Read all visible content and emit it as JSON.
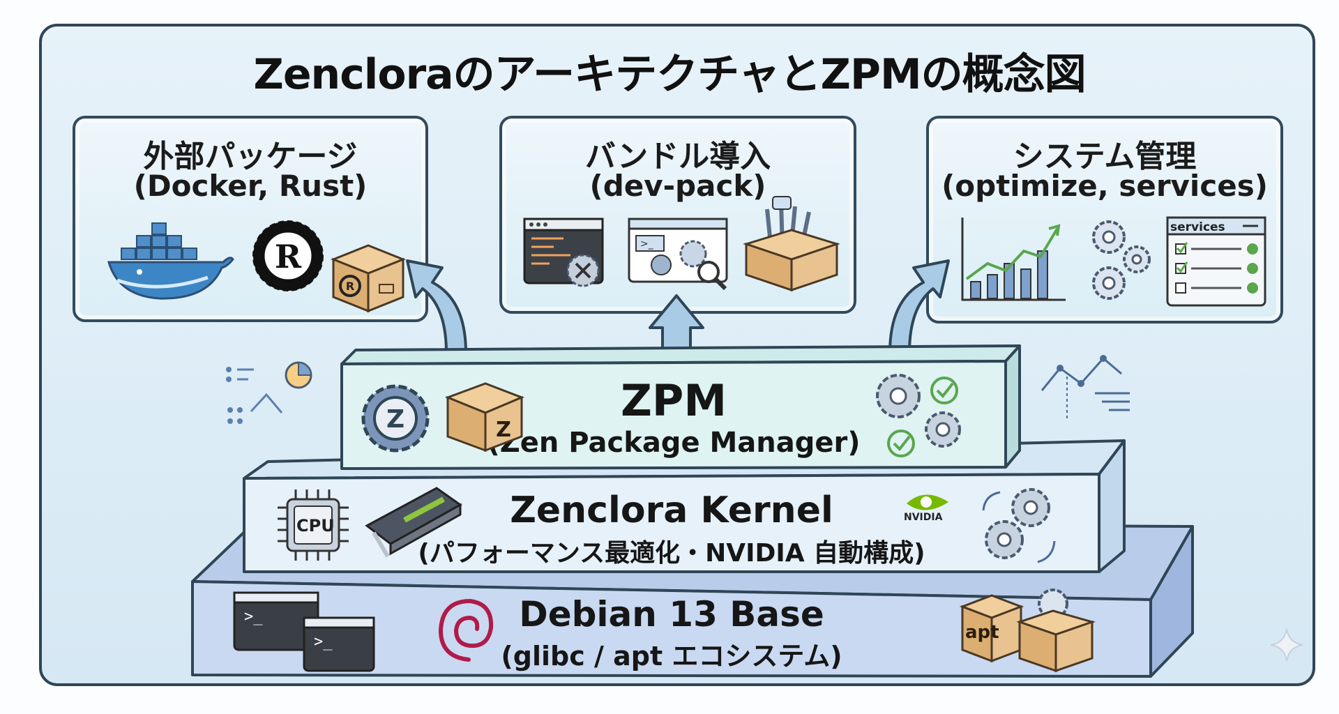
{
  "title": "ZencloraのアーキテクチャとZPMの概念図",
  "cards": {
    "external": {
      "title": "外部パッケージ",
      "subtitle": "(Docker, Rust)",
      "icons": [
        "docker-whale-icon",
        "rust-logo-icon",
        "package-box-icon"
      ]
    },
    "bundle": {
      "title": "バンドル導入",
      "subtitle": "(dev-pack)",
      "icons": [
        "code-window-icon",
        "tools-window-icon",
        "toolbox-icon"
      ]
    },
    "system": {
      "title": "システム管理",
      "subtitle": "(optimize, services)",
      "icons": [
        "growth-chart-icon",
        "gears-icon",
        "services-checklist-icon"
      ],
      "panel_label": "services"
    }
  },
  "layers": {
    "zpm": {
      "title": "ZPM",
      "subtitle": "(Zen Package Manager)",
      "color": "#dff3f3"
    },
    "kernel": {
      "title": "Zenclora Kernel",
      "subtitle": "(パフォーマンス最適化・NVIDIA 自動構成)",
      "chip_label": "CPU",
      "brand_label": "NVIDIA",
      "color": "#e6f1fa"
    },
    "base": {
      "title": "Debian 13 Base",
      "subtitle": "(glibc / apt エコシステム)",
      "box_label": "apt",
      "terminal_prompt": ">_",
      "color": "#c9d9f1"
    }
  },
  "colors": {
    "outline": "#2f4656",
    "arrow": "#a9cbe6",
    "box": "#e8c28f",
    "gear": "#7d95b8",
    "check": "#5aa64e",
    "nvidia_green": "#76b900",
    "debian_red": "#b01b48"
  }
}
